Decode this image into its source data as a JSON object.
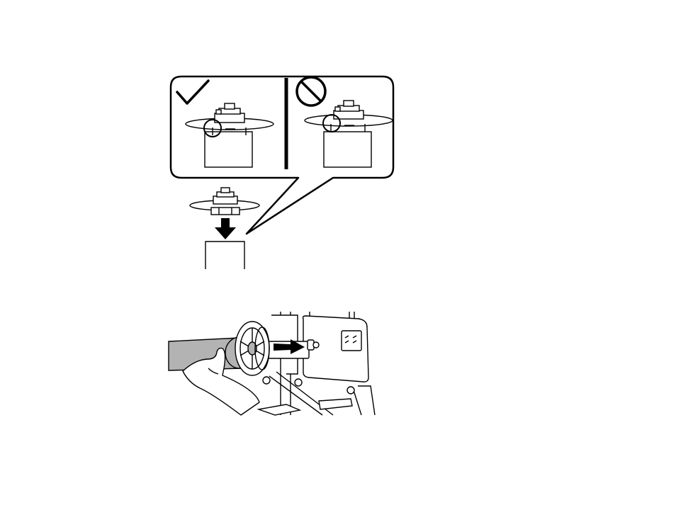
{
  "figure": {
    "kind": "instructional-line-drawing",
    "stroke_color": "#000000",
    "roll_fill_color": "#b3b3b3",
    "background_color": "#ffffff"
  },
  "callout": {
    "correct_panel": {
      "status": "correct",
      "icon": "checkmark-icon"
    },
    "incorrect_panel": {
      "status": "incorrect",
      "icon": "prohibited-icon"
    }
  },
  "step_top": {
    "action": "attach-spindle-flange-to-roll-core",
    "icon": "down-arrow-icon"
  },
  "step_bottom": {
    "action": "slide-roll-onto-printer-spindle-holder",
    "icon": "right-arrow-icon"
  }
}
